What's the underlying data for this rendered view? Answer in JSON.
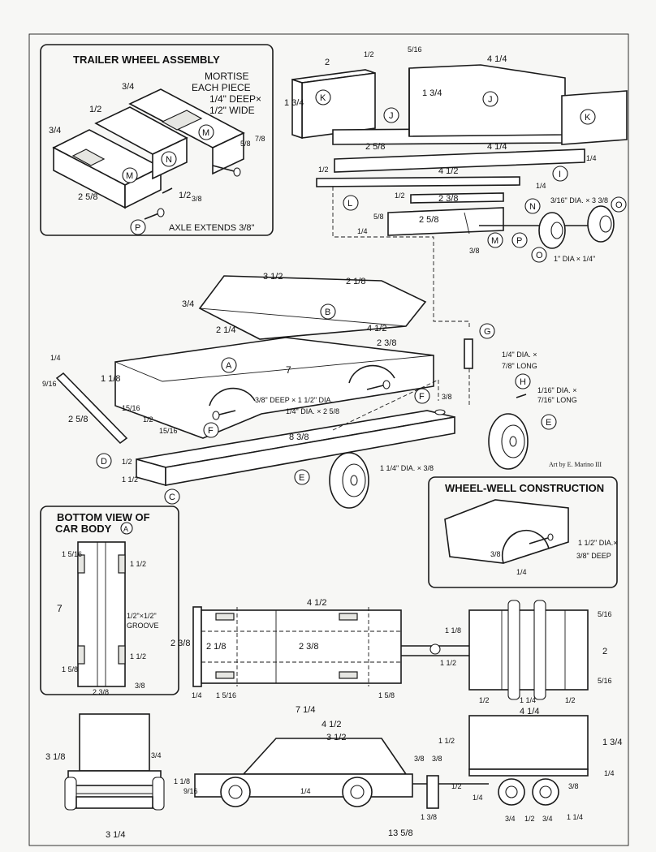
{
  "insets": {
    "trailer_wheel_assembly": {
      "title": "TRAILER WHEEL ASSEMBLY",
      "note_mortise": "MORTISE",
      "note_each_piece": "EACH PIECE",
      "note_deep": "1/4\" DEEP×",
      "note_wide": "1/2\" WIDE",
      "note_axle": "AXLE EXTENDS 3/8\"",
      "dims": [
        "3/4",
        "1/2",
        "3/4",
        "2 5/8",
        "1/2",
        "5/8",
        "7/8",
        "3/8"
      ],
      "labels": [
        "M",
        "N",
        "M",
        "P"
      ]
    },
    "wheel_well": {
      "title": "WHEEL-WELL CONSTRUCTION",
      "note_dia": "1 1/2\" DIA.×",
      "note_deep": "3/8\" DEEP",
      "dims": [
        "3/8",
        "1/4"
      ]
    },
    "bottom_view": {
      "title_line1": "BOTTOM VIEW OF",
      "title_line2": "CAR BODY",
      "part_label": "A",
      "groove": "1/2\"×1/2\"",
      "groove_label": "GROOVE",
      "dims": [
        "7",
        "1 5/16",
        "1 1/2",
        "1 5/8",
        "1 1/2",
        "2 3/8",
        "3/8"
      ]
    }
  },
  "exploded": {
    "trailer_dims": [
      "2",
      "1/2",
      "5/16",
      "4 1/4",
      "1 3/4",
      "1 3/4",
      "2 5/8",
      "4 1/4",
      "1/4",
      "1/2",
      "4 1/2",
      "1/4",
      "1/2",
      "2 3/8",
      "5/8",
      "2 5/8",
      "1/4",
      "3/8"
    ],
    "parts": [
      "K",
      "J",
      "J",
      "K",
      "I",
      "L",
      "N",
      "M",
      "P",
      "O",
      "O"
    ],
    "wheel_note": "3/16\" DIA. × 3 3/8",
    "wheel_note2": "1\" DIA × 1/4\"",
    "car_dims": [
      "3 1/2",
      "2 1/8",
      "3/4",
      "2 1/4",
      "4 1/2",
      "2 3/8",
      "1/4",
      "9/16",
      "1 1/8",
      "7",
      "15/16",
      "1/2",
      "15/16",
      "2 5/8",
      "8 3/8",
      "1/2",
      "1 1/2",
      "3/8"
    ],
    "car_parts": [
      "B",
      "A",
      "D",
      "F",
      "F",
      "C",
      "E",
      "E",
      "G",
      "H"
    ],
    "wheel_well_note": "3/8\" DEEP × 1 1/2\" DIA.",
    "axle_note": "1/4\" DIA. × 2 5/8",
    "peg_note_line1": "1/4\" DIA. ×",
    "peg_note_line2": "7/8\" LONG",
    "pin_note_line1": "1/16\" DIA. ×",
    "pin_note_line2": "7/16\" LONG",
    "wheel_size_note": "1 1/4\" DIA. × 3/8",
    "credit": "Art by E. Marino III"
  },
  "orthographic": {
    "top_dims": [
      "4 1/2",
      "2 3/8",
      "2 3/8",
      "2 1/8",
      "1/4",
      "1 5/16",
      "1 5/8",
      "7 1/4",
      "1 1/8",
      "1 1/2",
      "1/2",
      "1 1/4",
      "1/2",
      "4 1/4",
      "5/16",
      "2",
      "5/16"
    ],
    "front_dims": [
      "3 1/8",
      "3/4",
      "3 1/4"
    ],
    "side_dims": [
      "4 1/2",
      "3 1/2",
      "1 1/8",
      "9/16",
      "1/4",
      "1 1/2",
      "3/8",
      "3/8",
      "1/2",
      "1/4",
      "1 3/8",
      "3/4",
      "1/2",
      "3/4",
      "1 1/4",
      "13 5/8",
      "1 3/4",
      "1/4",
      "3/8"
    ]
  }
}
